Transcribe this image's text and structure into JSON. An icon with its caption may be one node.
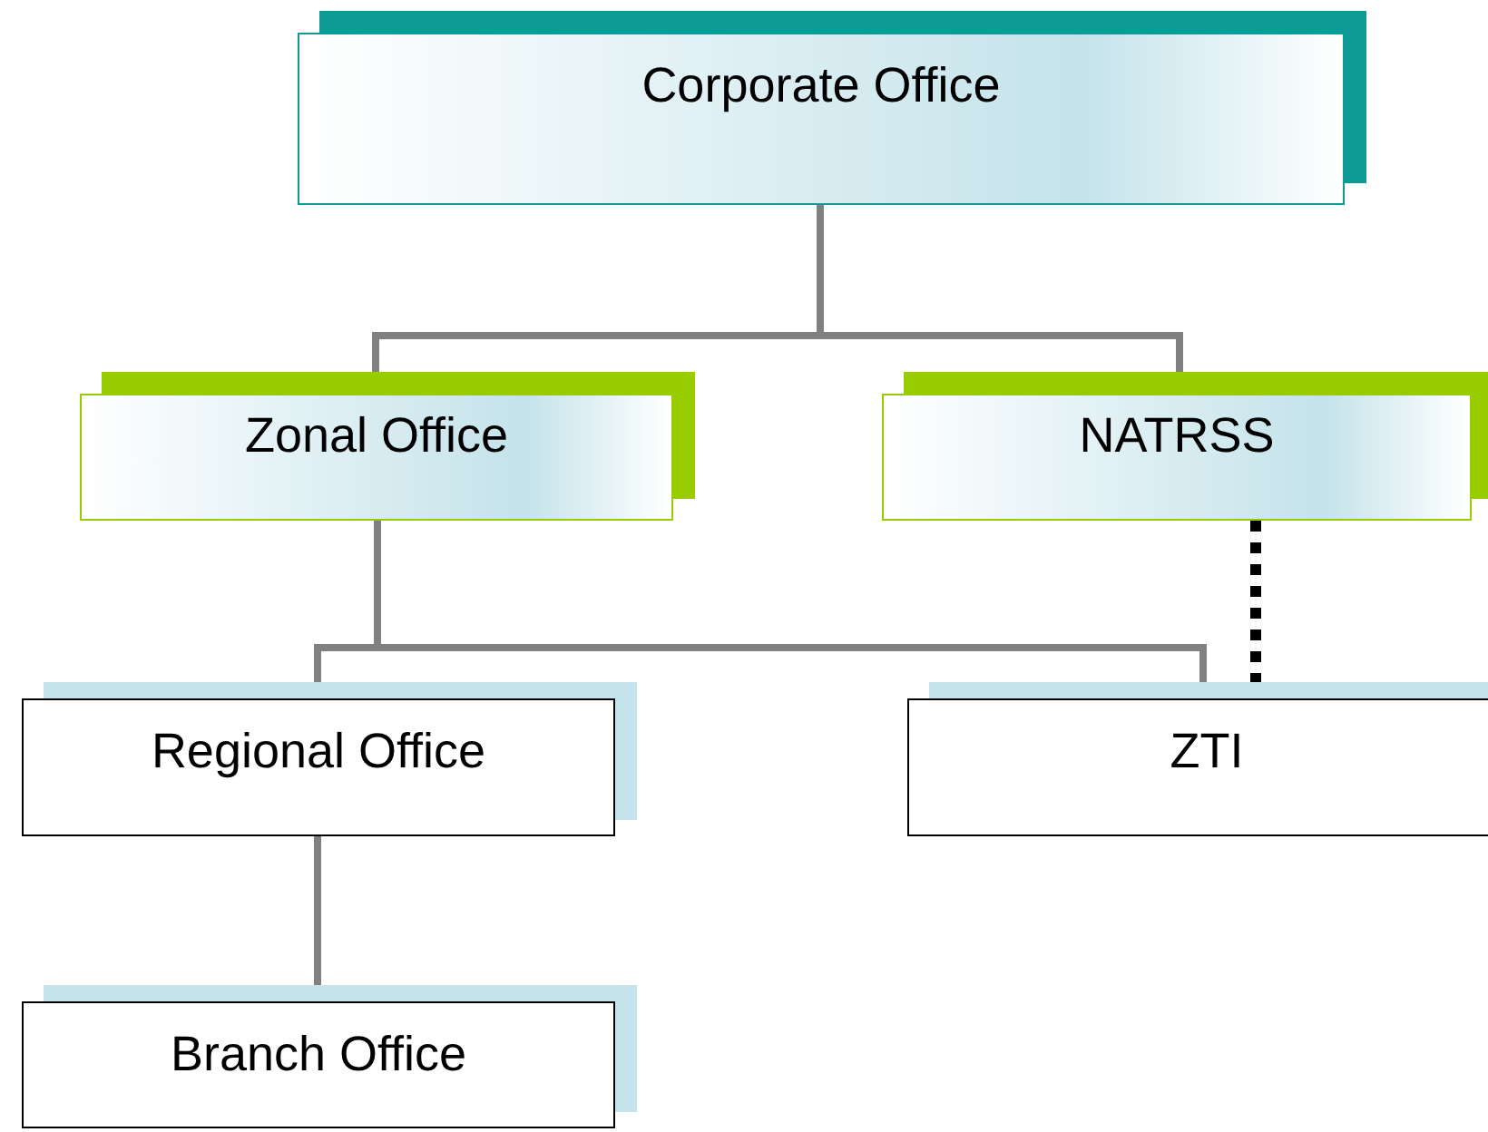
{
  "diagram": {
    "nodes": [
      {
        "text": [
          "Corporate Office"
        ]
      },
      {
        "text": [
          "Zonal Office"
        ]
      },
      {
        "text": [
          "NATRSS"
        ]
      },
      {
        "text": [
          "Regional Office"
        ]
      },
      {
        "text": [
          "ZTI"
        ]
      },
      {
        "text": [
          "Branch Office"
        ]
      }
    ],
    "edges": [
      {
        "from": 0,
        "to": 1,
        "arrow": "none"
      },
      {
        "from": 0,
        "to": 2,
        "arrow": "none"
      },
      {
        "from": 1,
        "to": 3,
        "arrow": "none"
      },
      {
        "from": 1,
        "to": 4,
        "arrow": "none"
      },
      {
        "from": 3,
        "to": 5,
        "arrow": "none"
      },
      {
        "from": 2,
        "to": 4,
        "arrow": "none",
        "style": "dashed",
        "color": "#000000"
      }
    ]
  }
}
